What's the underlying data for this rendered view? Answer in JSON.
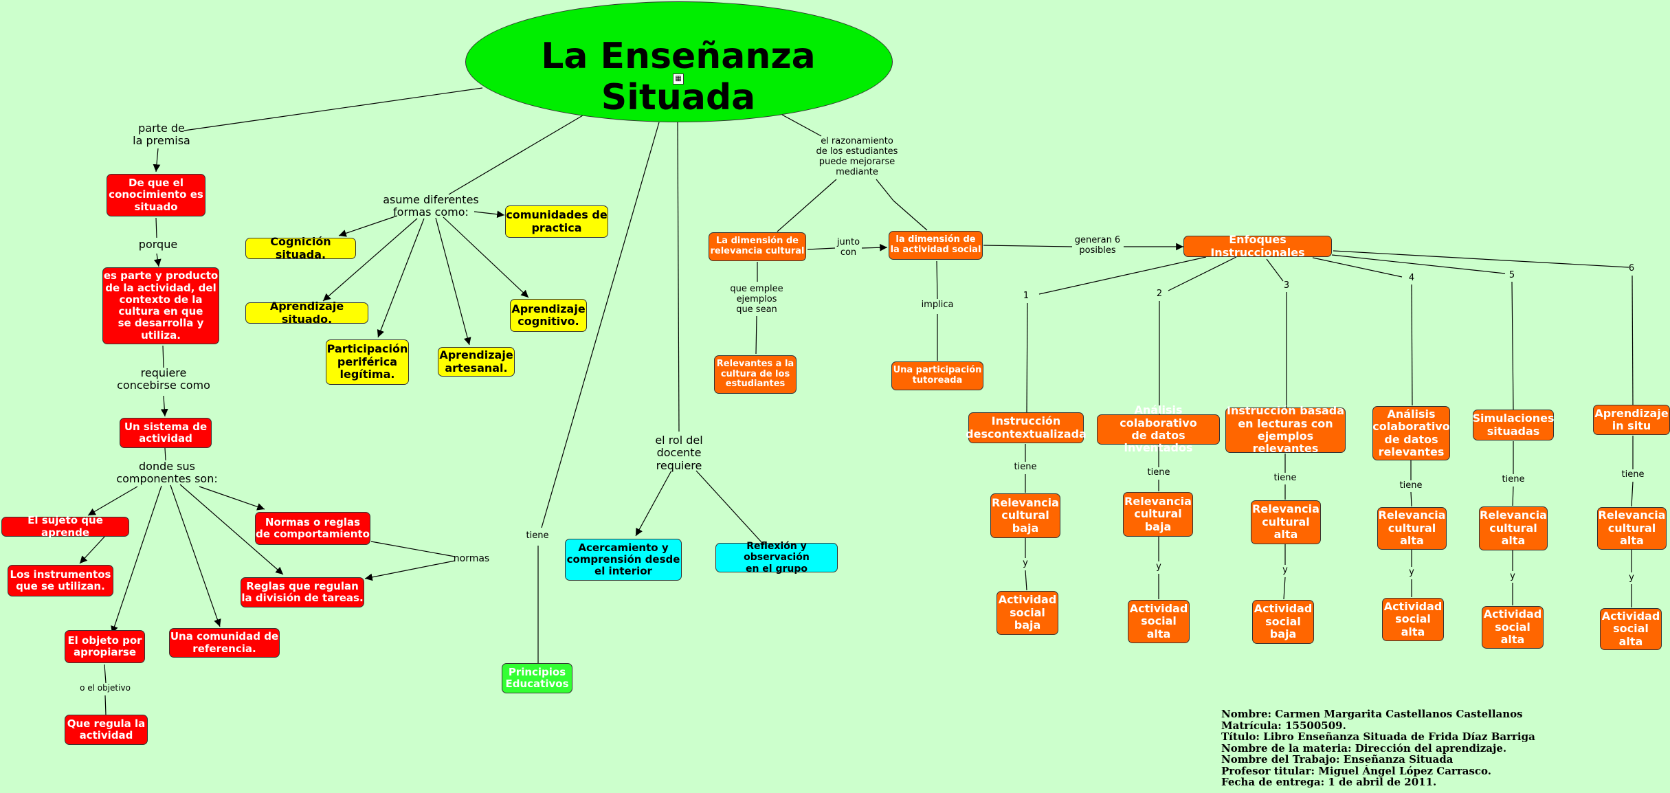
{
  "title": "La Enseñanza Situada",
  "nodes": {
    "n_conocimiento": "De que el\nconocimiento es\nsituado",
    "n_parte_producto": "es parte y producto\nde la actividad, del\ncontexto de la\ncultura en que\nse desarrolla y\nutiliza.",
    "n_sistema": "Un sistema de\nactividad",
    "n_sujeto": "El sujeto que aprende",
    "n_instrumentos": "Los instrumentos\nque se utilizan.",
    "n_objeto": "El objeto por\napropiarse",
    "n_regula": "Que regula la\nactividad",
    "n_comunidad_ref": "Una comunidad de\nreferencia.",
    "n_normas": "Normas o reglas\nde comportamiento",
    "n_reglas": "Reglas que regulan\nla división de tareas.",
    "n_cognicion": "Cognición situada.",
    "n_aprendizaje_sit": "Aprendizaje situado.",
    "n_participacion": "Participación\nperiférica\nlegítima.",
    "n_artesanal": "Aprendizaje\nartesanal.",
    "n_cognitivo": "Aprendizaje\ncognitivo.",
    "n_comunidades": "comunidades de\npractica",
    "n_principios": "Principios\nEducativos",
    "n_acercamiento": "Acercamiento y\ncomprensión desde\nel interior",
    "n_reflexion": "Reflexión y observación\nen el  grupo",
    "n_dim_cultural": "La dimensión de\nrelevancia cultural",
    "n_dim_social": "la dimensión de\nla actividad social",
    "n_relevantes": "Relevantes a la\ncultura de los\nestudiantes",
    "n_tutoreada": "Una participación\ntutoreada",
    "n_enfoques": "Enfoques Instruccionales",
    "n_e1": "Instrucción\ndescontextualizada",
    "n_e2": "Análisis colaborativo\nde datos inventados",
    "n_e3": "Instrucción basada\nen lecturas con\nejemplos relevantes",
    "n_e4": "Análisis\ncolaborativo\nde datos\nrelevantes",
    "n_e5": "Simulaciones\nsituadas",
    "n_e6": "Aprendizaje\nin situ",
    "n_r1": "Relevancia\ncultural\nbaja",
    "n_r2": "Relevancia\ncultural\nbaja",
    "n_r3": "Relevancia\ncultural\nalta",
    "n_r4": "Relevancia\ncultural\nalta",
    "n_r5": "Relevancia\ncultural\nalta",
    "n_r6": "Relevancia\ncultural\nalta",
    "n_a1": "Actividad\nsocial\nbaja",
    "n_a2": "Actividad\nsocial\nalta",
    "n_a3": "Actividad\nsocial\nbaja",
    "n_a4": "Actividad\nsocial\nalta",
    "n_a5": "Actividad\nsocial\nalta",
    "n_a6": "Actividad\nsocial\nalta"
  },
  "labels": {
    "l_parte_premisa": "parte de\nla premisa",
    "l_porque": "porque",
    "l_requiere": "requiere\nconcebirse  como",
    "l_donde": "donde sus\ncomponentes son:",
    "l_objetivo": "o el objetivo",
    "l_normas": "normas",
    "l_asume": "asume diferentes\nformas como:",
    "l_tiene": "tiene",
    "l_rol": "el rol del\ndocente\nrequiere",
    "l_razonamiento": "el razonamiento\nde los  estudiantes\npuede mejorarse\nmediante",
    "l_junto": "junto\ncon",
    "l_generan": "generan 6\nposibles",
    "l_emplee": "que  emplee\nejemplos\nque sean",
    "l_implica": "implica",
    "l_n1": "1",
    "l_n2": "2",
    "l_n3": "3",
    "l_n4": "4",
    "l_n5": "5",
    "l_n6": "6",
    "l_tiene1": "tiene",
    "l_tiene2": "tiene",
    "l_tiene3": "tiene",
    "l_tiene4": "tiene",
    "l_tiene5": "tiene",
    "l_tiene6": "tiene",
    "l_y1": "y",
    "l_y2": "y",
    "l_y3": "y",
    "l_y4": "y",
    "l_y5": "y",
    "l_y6": "y"
  },
  "info": [
    "Nombre:   Carmen Margarita Castellanos Castellanos",
    "Matrícula: 15500509.",
    "Título:  Libro  Enseñanza Situada de Frida Díaz Barriga",
    "Nombre de la materia: Dirección del aprendizaje.",
    "Nombre del Trabajo: Enseñanza Situada",
    "Profesor titular: Miguel Ángel López Carrasco.",
    "Fecha de entrega: 1  de abril de 2011."
  ],
  "colors": {
    "background": "#ccffcc",
    "title_oval": "#00ee00",
    "red": "#ff0000",
    "yellow": "#ffff00",
    "orange": "#ff6600",
    "cyan": "#00ffff",
    "green": "#33ff33"
  }
}
